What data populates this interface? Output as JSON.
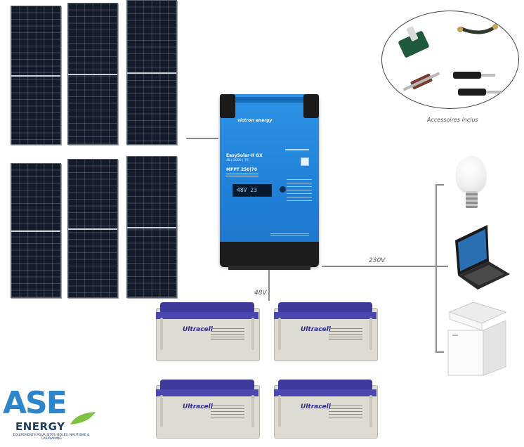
{
  "inverter": {
    "brand": "victron energy",
    "model": "EasySolar-II GX",
    "model_sub": "48 | 5000 | 70",
    "mppt": "MPPT 250|70",
    "display": "48V 23"
  },
  "batteries": {
    "brand": "Ultracell"
  },
  "labels": {
    "accessories": "Accessoires inclus",
    "ac_voltage": "230V",
    "dc_voltage": "48V"
  },
  "logo": {
    "name": "ASE",
    "sub": "ENERGY",
    "tagline": "ÉQUIPEMENTS POUR SITES ISOLÉS, NAUTISME & CARAVANING"
  },
  "colors": {
    "inverter_blue": "#1f7fd6",
    "battery_blue": "#3d3a9c",
    "logo_blue": "#2c86c9",
    "logo_green": "#7dc242"
  }
}
